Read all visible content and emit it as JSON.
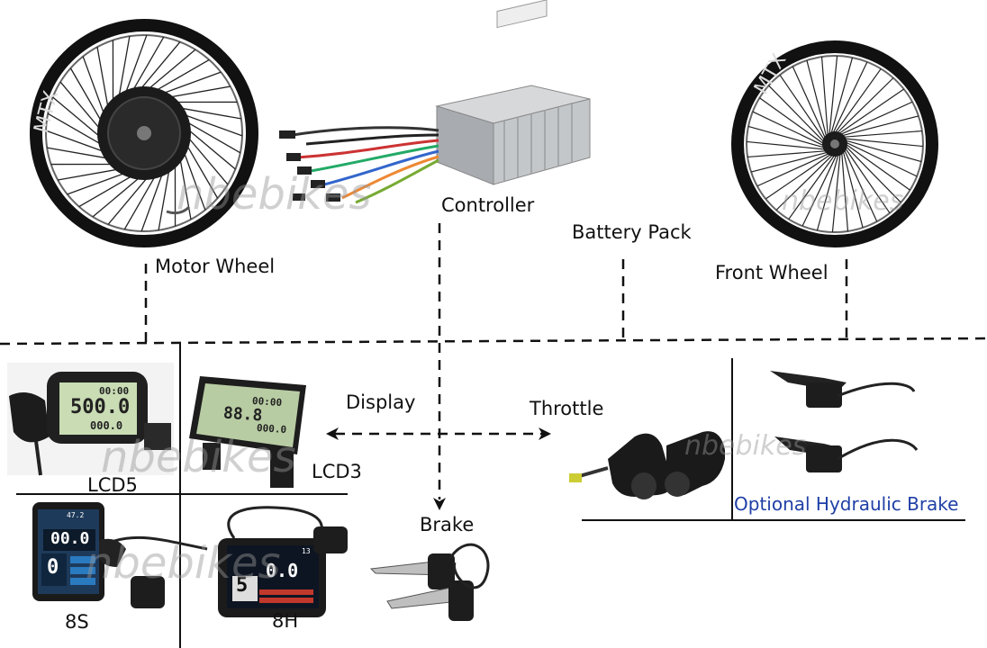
{
  "labels": {
    "motor_wheel": "Motor  Wheel",
    "controller": "Controller",
    "battery_pack": "Battery Pack",
    "front_wheel": "Front Wheel",
    "display": "Display",
    "throttle": "Throttle",
    "brake": "Brake",
    "lcd5": "LCD5",
    "lcd3": "LCD3",
    "s8": "8S",
    "h8": "8H",
    "optional_brake": "Optional Hydraulic Brake"
  },
  "watermark": "nbebikes",
  "lcd5_screen": {
    "top": "00:00",
    "mid": "500.0",
    "bottom": "000.0"
  },
  "lcd3_screen": {
    "top": "00:00",
    "mid": "88.8",
    "bottom": "000.0"
  },
  "s8_screen": {
    "top": "47.2",
    "speed": "00.0",
    "pas": "0"
  },
  "h8_screen": {
    "speed": "0.0",
    "pas": "5",
    "top": "13"
  },
  "rim_text": "MTX",
  "colors": {
    "caption_blue": "#1f3fa6",
    "housing": "#b9bcc0",
    "lcd_green": "#c9dcb4"
  }
}
